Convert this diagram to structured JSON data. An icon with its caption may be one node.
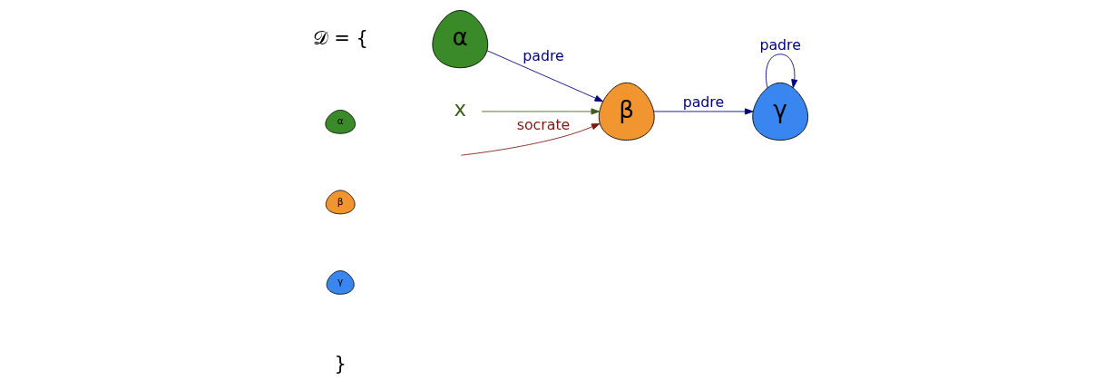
{
  "diagram": {
    "nodes": [
      {
        "text": [
          "α"
        ]
      },
      {
        "text": [
          "β"
        ]
      },
      {
        "text": [
          "γ"
        ]
      },
      {
        "text": [
          "α"
        ]
      },
      {
        "text": [
          "β"
        ]
      },
      {
        "text": [
          "γ"
        ]
      },
      {
        "text": [
          "x"
        ]
      }
    ],
    "edges": [
      {
        "from": 3,
        "to": 4,
        "arrow": "to",
        "label": "padre"
      },
      {
        "from": 4,
        "to": 5,
        "arrow": "to",
        "label": "padre"
      },
      {
        "from": 5,
        "to": 5,
        "arrow": "to",
        "label": "padre"
      },
      {
        "from": 6,
        "to": 4,
        "arrow": "to",
        "color": "#3f5f1f"
      },
      {
        "from": null,
        "to": 4,
        "arrow": "to",
        "label": "socrate",
        "color": "#7a1a12"
      }
    ],
    "labels": [
      "𝒟 = {",
      "}"
    ]
  }
}
